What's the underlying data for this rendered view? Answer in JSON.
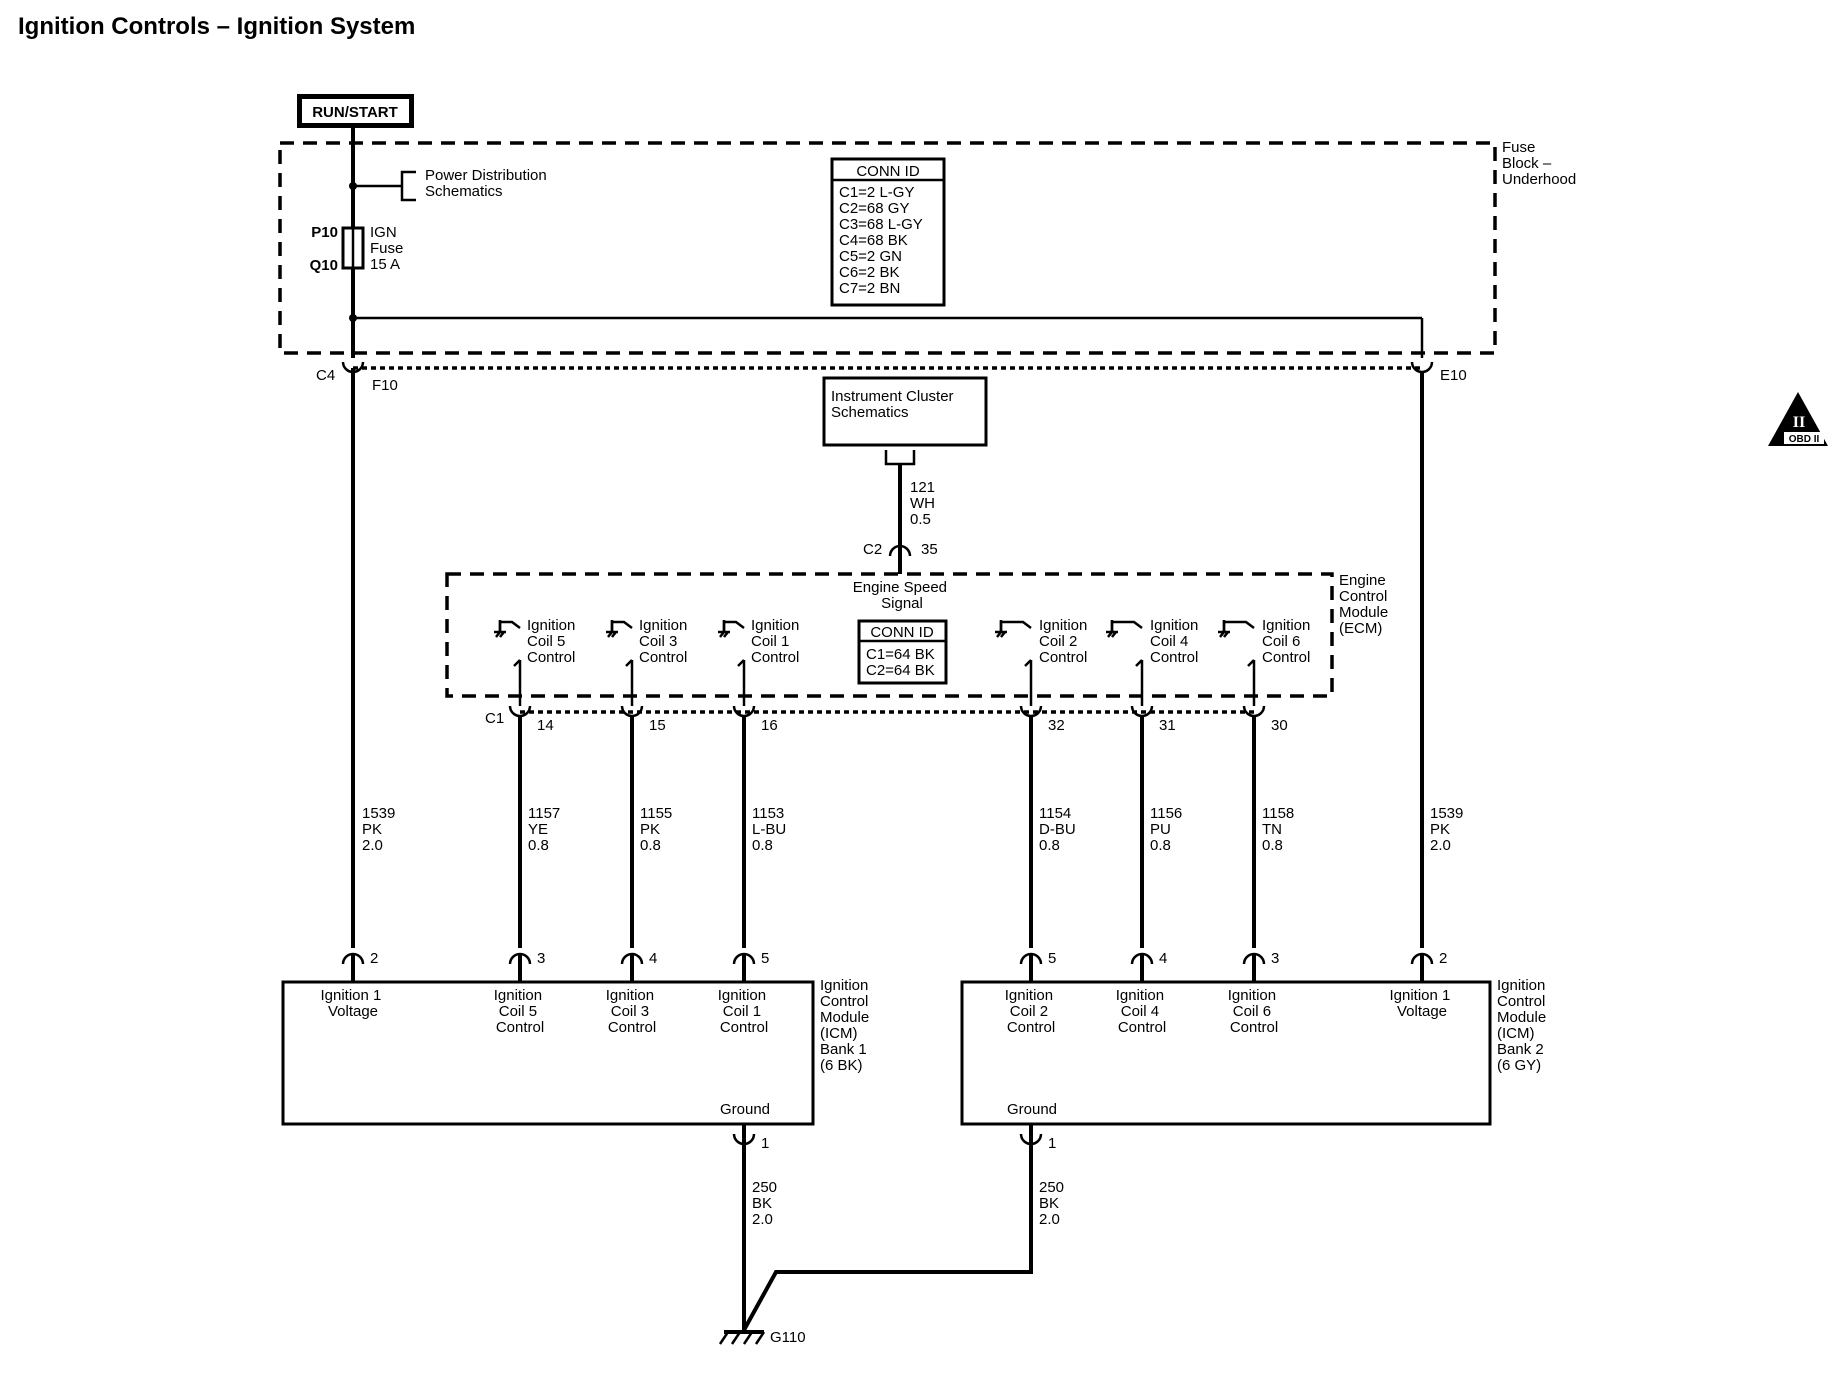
{
  "title": "Ignition Controls – Ignition System",
  "run_start_label": "RUN/START",
  "power_distribution": [
    "Power Distribution",
    "Schematics"
  ],
  "fuse": {
    "pin_top": "P10",
    "pin_bottom": "Q10",
    "label": [
      "IGN",
      "Fuse",
      "15 A"
    ]
  },
  "fuse_block_label": [
    "Fuse",
    "Block –",
    "Underhood"
  ],
  "fuse_block_conn": {
    "header": "CONN ID",
    "entries": [
      "C1=2 L-GY",
      "C2=68 GY",
      "C3=68 L-GY",
      "C4=68 BK",
      "C5=2 GN",
      "C6=2 BK",
      "C7=2 BN"
    ]
  },
  "fuse_block_left_conn": {
    "connector": "C4",
    "pin": "F10"
  },
  "fuse_block_right_conn": {
    "pin": "E10"
  },
  "instrument_cluster": [
    "Instrument Cluster",
    "Schematics"
  ],
  "engine_speed_wire": [
    "121",
    "WH",
    "0.5"
  ],
  "ecm_top_conn": {
    "connector": "C2",
    "pin": "35"
  },
  "engine_speed_signal": [
    "Engine Speed",
    "Signal"
  ],
  "ecm_label": [
    "Engine",
    "Control",
    "Module",
    "(ECM)"
  ],
  "ecm_conn": {
    "header": "CONN ID",
    "entries": [
      "C1=64 BK",
      "C2=64 BK"
    ]
  },
  "ecm_bottom_connector": "C1",
  "ecm_channels": [
    {
      "label": [
        "Ignition",
        "Coil 5",
        "Control"
      ],
      "pin": "14",
      "wire": [
        "1157",
        "YE",
        "0.8"
      ],
      "icm_pin": "3"
    },
    {
      "label": [
        "Ignition",
        "Coil 3",
        "Control"
      ],
      "pin": "15",
      "wire": [
        "1155",
        "PK",
        "0.8"
      ],
      "icm_pin": "4"
    },
    {
      "label": [
        "Ignition",
        "Coil 1",
        "Control"
      ],
      "pin": "16",
      "wire": [
        "1153",
        "L-BU",
        "0.8"
      ],
      "icm_pin": "5"
    },
    {
      "label": [
        "Ignition",
        "Coil 2",
        "Control"
      ],
      "pin": "32",
      "wire": [
        "1154",
        "D-BU",
        "0.8"
      ],
      "icm_pin": "5"
    },
    {
      "label": [
        "Ignition",
        "Coil 4",
        "Control"
      ],
      "pin": "31",
      "wire": [
        "1156",
        "PU",
        "0.8"
      ],
      "icm_pin": "4"
    },
    {
      "label": [
        "Ignition",
        "Coil 6",
        "Control"
      ],
      "pin": "30",
      "wire": [
        "1158",
        "TN",
        "0.8"
      ],
      "icm_pin": "3"
    }
  ],
  "feed_left": {
    "wire": [
      "1539",
      "PK",
      "2.0"
    ],
    "icm_pin": "2"
  },
  "feed_right": {
    "wire": [
      "1539",
      "PK",
      "2.0"
    ],
    "icm_pin": "2"
  },
  "icm1": {
    "label": [
      "Ignition",
      "Control",
      "Module",
      "(ICM)",
      "Bank 1",
      "(6 BK)"
    ],
    "voltage": [
      "Ignition 1",
      "Voltage"
    ],
    "ground": "Ground",
    "ground_pin": "1",
    "ground_wire": [
      "250",
      "BK",
      "2.0"
    ]
  },
  "icm2": {
    "label": [
      "Ignition",
      "Control",
      "Module",
      "(ICM)",
      "Bank 2",
      "(6 GY)"
    ],
    "voltage": [
      "Ignition 1",
      "Voltage"
    ],
    "ground": "Ground",
    "ground_pin": "1",
    "ground_wire": [
      "250",
      "BK",
      "2.0"
    ]
  },
  "ground_label": "G110",
  "obd_badge": {
    "roman": "II",
    "text": "OBD II"
  }
}
